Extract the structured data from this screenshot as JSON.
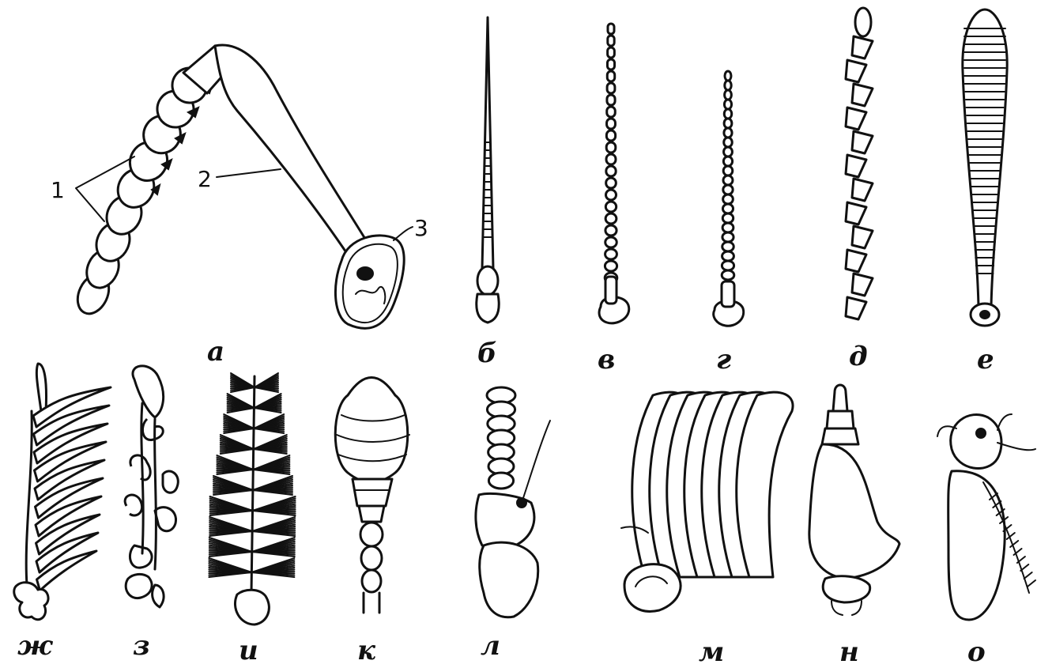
{
  "callouts": [
    "1",
    "2",
    "3"
  ],
  "panels": {
    "a": "а",
    "b": "б",
    "v": "в",
    "g": "г",
    "d": "д",
    "e": "е",
    "zh": "ж",
    "z": "з",
    "i": "и",
    "k": "к",
    "l": "л",
    "m": "м",
    "n": "н",
    "o": "о"
  }
}
